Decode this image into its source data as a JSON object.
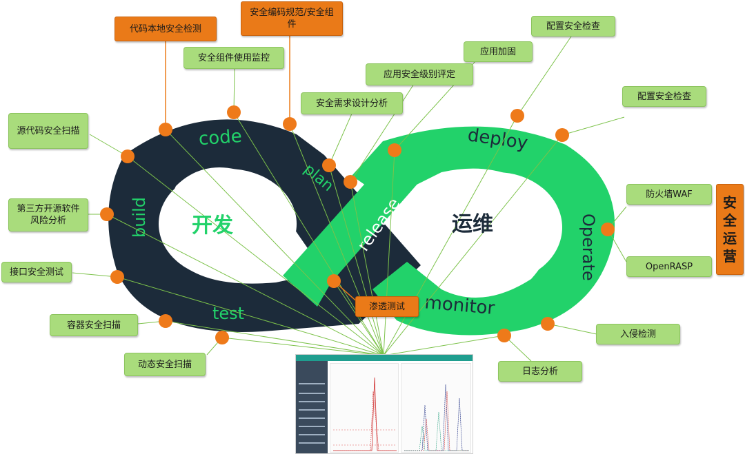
{
  "center": {
    "left": "开发",
    "right": "运维"
  },
  "stages": [
    "code",
    "plan",
    "build",
    "test",
    "release",
    "deploy",
    "Operate",
    "monitor"
  ],
  "labels": {
    "code_check": "代码本地安全检测",
    "coding_standard": "安全编码规范/安全组件",
    "component_monitor": "安全组件使用监控",
    "app_harden": "应用加固",
    "config_check_1": "配置安全检查",
    "app_level": "应用安全级别评定",
    "req_analysis": "安全需求设计分析",
    "config_check_2": "配置安全检查",
    "source_scan": "源代码安全扫描",
    "third_party": "第三方开源软件风险分析",
    "api_test": "接口安全测试",
    "container_scan": "容器安全扫描",
    "dynamic_scan": "动态安全扫描",
    "pentest": "渗透测试",
    "waf": "防火墙WAF",
    "openrasp": "OpenRASP",
    "intrusion": "入侵检测",
    "log_analysis": "日志分析",
    "sec_ops": "安全运营"
  },
  "colors": {
    "dark": "#1c2b3a",
    "green": "#22d26a",
    "node": "#ee7a1a",
    "label_green": "#a9dc7c",
    "label_orange": "#ea7a18"
  }
}
